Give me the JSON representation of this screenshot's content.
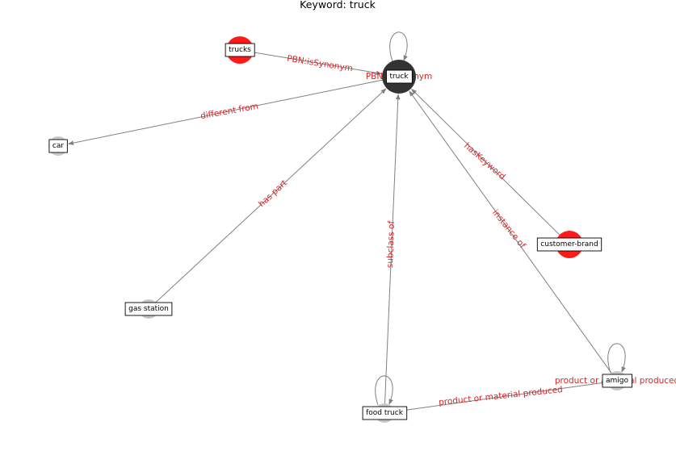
{
  "title": "Keyword: truck",
  "colors": {
    "center_node": "#333333",
    "keyword_node": "#ff1a1a",
    "entity_node": "#c8c8c8",
    "edge": "#808080",
    "edge_label": "#d62728"
  },
  "nodes": [
    {
      "id": "truck",
      "label": "truck",
      "kind": "center"
    },
    {
      "id": "trucks",
      "label": "trucks",
      "kind": "keyword"
    },
    {
      "id": "car",
      "label": "car",
      "kind": "entity"
    },
    {
      "id": "customer-brand",
      "label": "customer-brand",
      "kind": "keyword"
    },
    {
      "id": "gas-station",
      "label": "gas station",
      "kind": "entity"
    },
    {
      "id": "amigo",
      "label": "amigo",
      "kind": "entity"
    },
    {
      "id": "food-truck",
      "label": "food truck",
      "kind": "entity"
    }
  ],
  "edges": [
    {
      "from": "trucks",
      "to": "truck",
      "label": "PBN:isSynonym"
    },
    {
      "from": "truck",
      "to": "truck",
      "label": "PBN:isSynonym"
    },
    {
      "from": "truck",
      "to": "car",
      "label": "different from"
    },
    {
      "from": "customer-brand",
      "to": "truck",
      "label": "hasKeyword"
    },
    {
      "from": "gas-station",
      "to": "truck",
      "label": "has part"
    },
    {
      "from": "food-truck",
      "to": "truck",
      "label": "subclass of"
    },
    {
      "from": "amigo",
      "to": "truck",
      "label": "instance of"
    },
    {
      "from": "food-truck",
      "to": "amigo",
      "label": "product or material produced"
    },
    {
      "from": "amigo",
      "to": "amigo",
      "label": "product or material produced"
    },
    {
      "from": "food-truck",
      "to": "food-truck",
      "label": ""
    }
  ]
}
